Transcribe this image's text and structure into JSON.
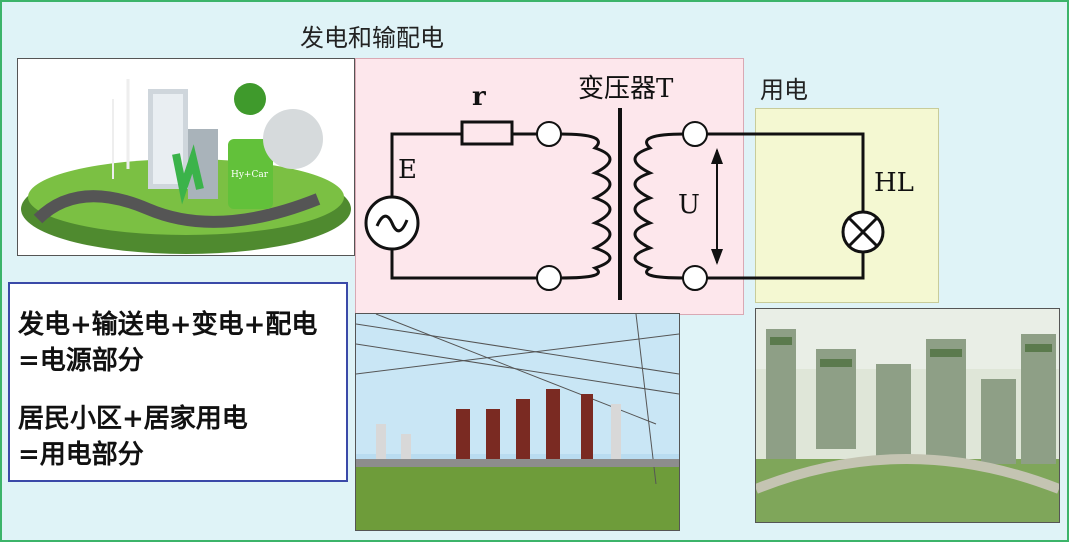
{
  "titles": {
    "generation": "发电和输配电",
    "usage": "用电"
  },
  "circuit": {
    "resistor_label": "r",
    "transformer_label": "变压器T",
    "source_label": "E",
    "voltage_label": "U",
    "lamp_label": "HL"
  },
  "summary": {
    "line1": "发电+输送电+变电+配电",
    "line2": "=电源部分",
    "line3": "居民小区+居家用电",
    "line4": "=用电部分"
  },
  "images": {
    "power_plant_badge": "Hy+Car"
  },
  "colors": {
    "pink_panel": "#fde7ec",
    "yellow_panel": "#f4f8d2",
    "frame_green": "#3cb46a",
    "summary_border": "#3a49a8"
  }
}
